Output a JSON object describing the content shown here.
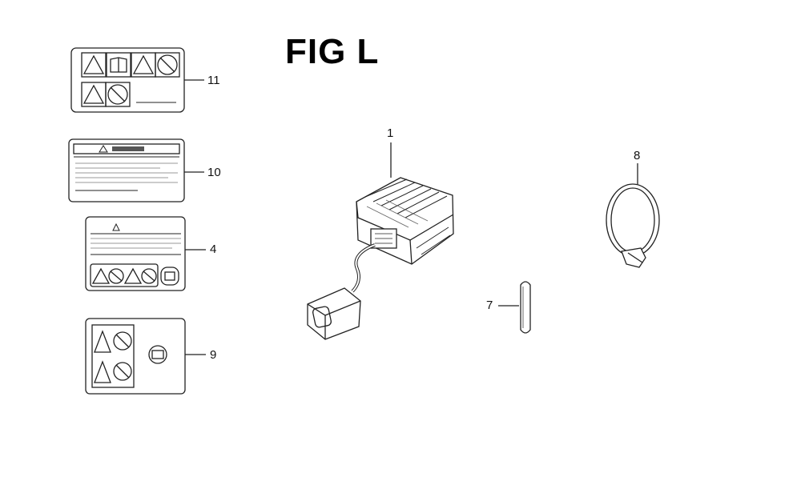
{
  "figure": {
    "title": "FIG L"
  },
  "callouts": {
    "c1": "1",
    "c4": "4",
    "c7": "7",
    "c8": "8",
    "c9": "9",
    "c10": "10",
    "c11": "11"
  },
  "parts": [
    {
      "id": "1",
      "kind": "regulator-rectifier"
    },
    {
      "id": "4",
      "kind": "label-caution"
    },
    {
      "id": "7",
      "kind": "pin"
    },
    {
      "id": "8",
      "kind": "band-clamp"
    },
    {
      "id": "9",
      "kind": "label-warning-symbols"
    },
    {
      "id": "10",
      "kind": "label-warning-text"
    },
    {
      "id": "11",
      "kind": "label-warning-symbols"
    }
  ]
}
